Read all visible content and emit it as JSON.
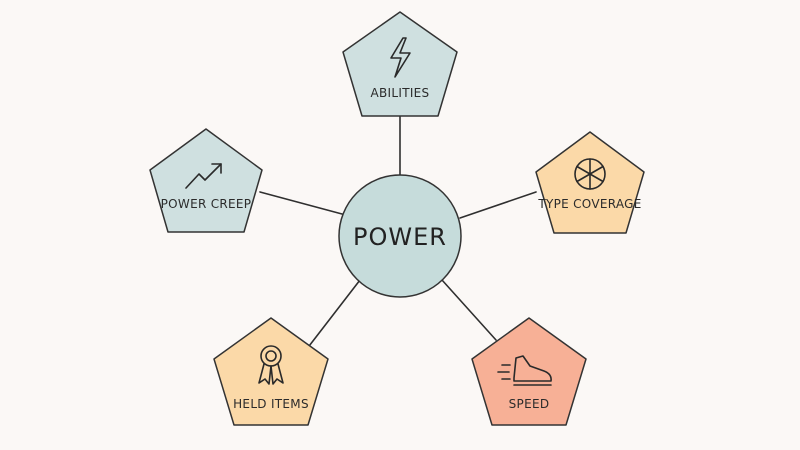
{
  "diagram": {
    "center": {
      "label": "POWER",
      "fill": "#c6dcdb"
    },
    "nodes": [
      {
        "id": "abilities",
        "label": "ABILITIES",
        "icon": "lightning-bolt-icon",
        "fill": "#cfe0e0"
      },
      {
        "id": "type-coverage",
        "label": "TYPE COVERAGE",
        "icon": "type-wheel-icon",
        "fill": "#fbd9a8"
      },
      {
        "id": "speed",
        "label": "SPEED",
        "icon": "running-shoe-icon",
        "fill": "#f7b096"
      },
      {
        "id": "held-items",
        "label": "HELD ITEMS",
        "icon": "ribbon-medal-icon",
        "fill": "#fbd9a8"
      },
      {
        "id": "power-creep",
        "label": "POWER CREEP",
        "icon": "trend-up-arrow-icon",
        "fill": "#cfe0e0"
      }
    ]
  }
}
